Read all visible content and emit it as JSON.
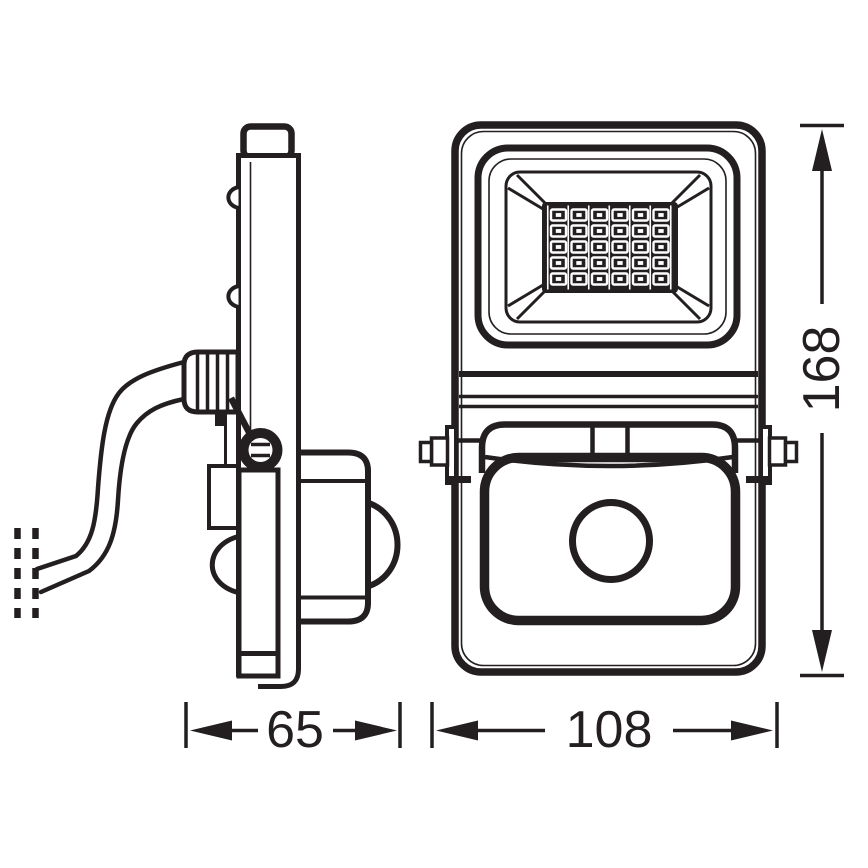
{
  "drawing": {
    "subject": "LED floodlight with motion sensor - dimensional line drawing",
    "views": {
      "left": "side view",
      "right": "front view"
    }
  },
  "dimensions": {
    "depth": {
      "value": "65",
      "orientation": "horizontal",
      "view": "side view"
    },
    "width": {
      "value": "108",
      "orientation": "horizontal",
      "view": "front view"
    },
    "height": {
      "value": "168",
      "orientation": "vertical",
      "view": "front view"
    }
  },
  "led_grid": {
    "columns": 6,
    "rows": 5
  },
  "colors": {
    "line": "#231f20",
    "background": "#ffffff"
  }
}
